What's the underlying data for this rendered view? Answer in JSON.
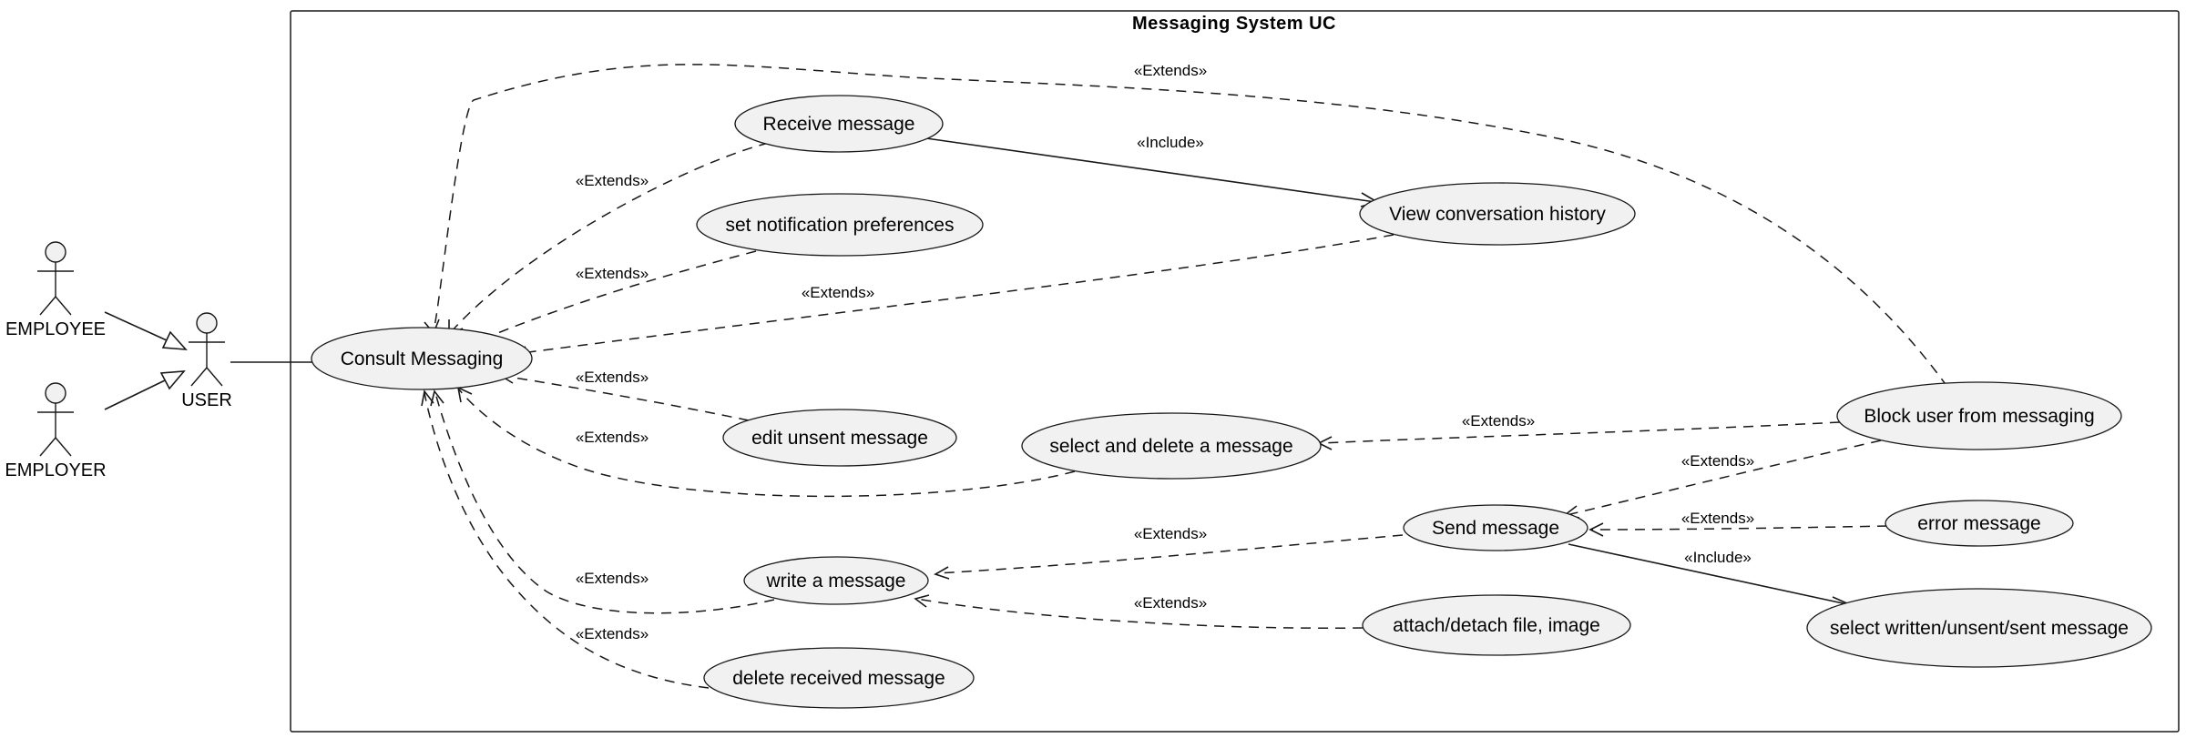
{
  "system": {
    "title": "Messaging System UC"
  },
  "actors": {
    "employee": "EMPLOYEE",
    "employer": "EMPLOYER",
    "user": "USER"
  },
  "use_cases": {
    "consult_messaging": "Consult Messaging",
    "receive_message": "Receive message",
    "set_notification_preferences": "set notification preferences",
    "view_conversation_history": "View conversation history",
    "edit_unsent_message": "edit unsent message",
    "select_and_delete": "select and delete a message",
    "block_user": "Block user from messaging",
    "send_message": "Send message",
    "error_message": "error message",
    "write_message": "write a message",
    "attach_detach": "attach/detach file, image",
    "select_written": "select written/unsent/sent message",
    "delete_received": "delete received message"
  },
  "relations": {
    "block_to_consult": "«Extends»",
    "receive_to_consult": "«Extends»",
    "receive_to_view": "«Include»",
    "notif_to_consult": "«Extends»",
    "view_to_consult": "«Extends»",
    "edit_to_consult": "«Extends»",
    "select_delete_to_consult": "«Extends»",
    "block_to_select_delete": "«Extends»",
    "block_to_send": "«Extends»",
    "error_to_send": "«Extends»",
    "send_to_write": "«Extends»",
    "send_to_select_written": "«Include»",
    "write_to_consult": "«Extends»",
    "attach_to_write": "«Extends»",
    "delete_received_to_consult": "«Extends»"
  }
}
